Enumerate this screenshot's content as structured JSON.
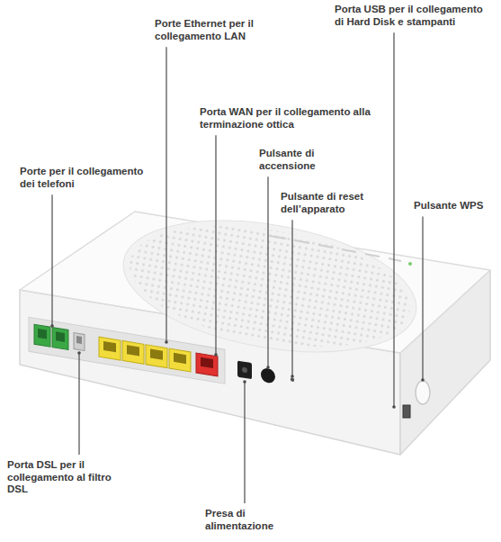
{
  "diagram": {
    "labels": [
      "Porte Ethernet per il collegamento LAN",
      "Porta USB per il collegamento di Hard Disk e stampanti",
      "Porta WAN per il collegamento alla terminazione ottica",
      "Pulsante di accensione",
      "Porte per il collegamento dei telefoni",
      "Pulsante di reset dell’apparato",
      "Pulsante WPS",
      "Porta DSL per il collegamento al filtro DSL",
      "Presa di alimentazione"
    ]
  }
}
